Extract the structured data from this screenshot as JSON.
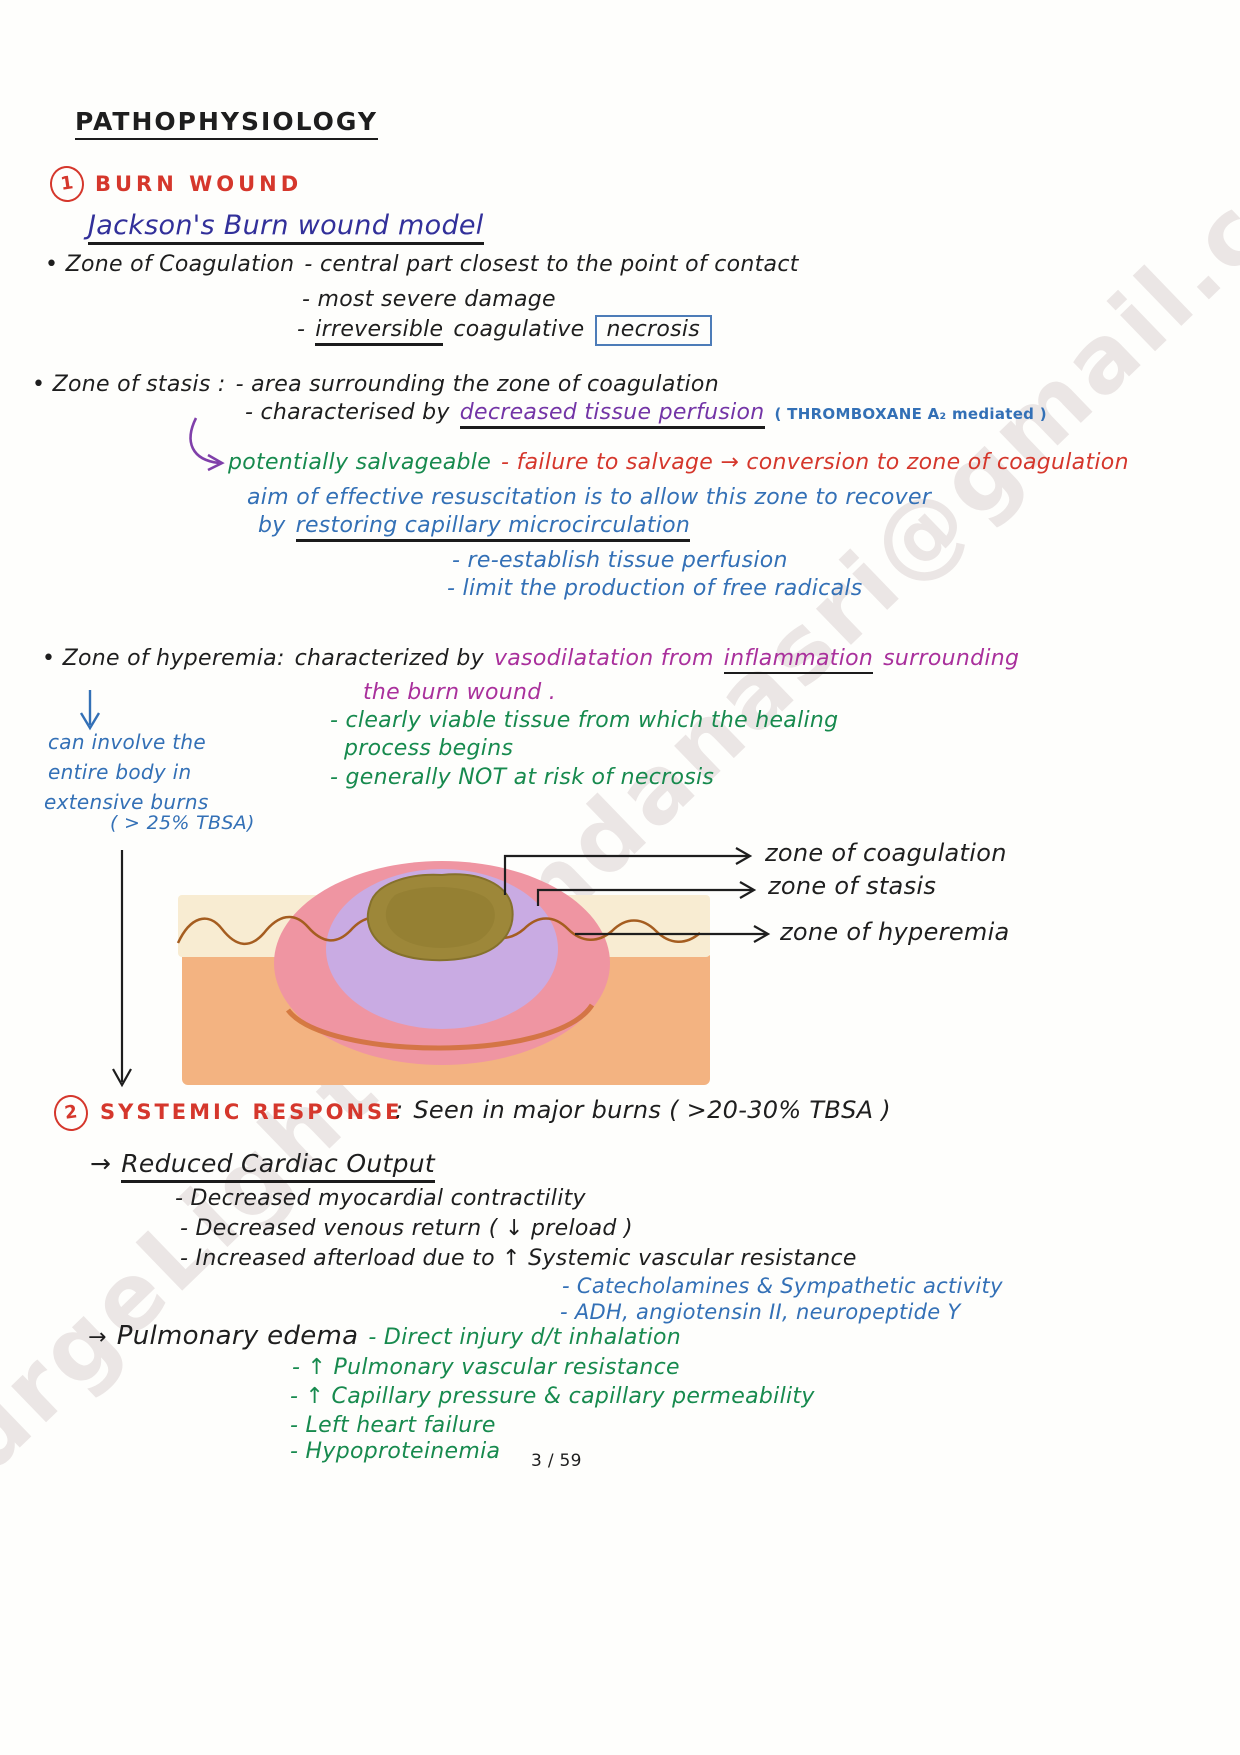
{
  "watermark": "SurgeLight chandanasri@gmail.com",
  "page_number": "3 / 59",
  "title": "PATHOPHYSIOLOGY",
  "burn_wound": {
    "number": "1",
    "heading": "BURN WOUND",
    "model_title": "Jackson's Burn wound model",
    "zone_coagulation": {
      "name": "• Zone of Coagulation",
      "dash1": "- central part closest to the point of contact",
      "dash2": "- most severe damage",
      "dash3_dash": "-",
      "dash3_underlined": "irreversible",
      "dash3_mid": "coagulative",
      "dash3_boxed": "necrosis"
    },
    "zone_stasis": {
      "name": "• Zone of stasis :",
      "dash1": "- area surrounding the zone of coagulation",
      "dash2_prefix": "- characterised by",
      "dash2_highlight": "decreased tissue perfusion",
      "dash2_note": "( THROMBOXANE A₂ mediated )",
      "salvage_green": "potentially salvageable",
      "salvage_red": "- failure to salvage → conversion to zone of coagulation",
      "aim_line1": "aim of  effective  resuscitation  is to allow  this zone to recover",
      "aim_by": "by",
      "aim_underlined": "restoring  capillary  microcirculation",
      "aim_dash1": "- re-establish  tissue  perfusion",
      "aim_dash2": "- limit the production  of free radicals"
    },
    "zone_hyperemia": {
      "name": "• Zone of hyperemia:",
      "char_prefix": "characterized by",
      "magenta1": "vasodilatation from",
      "magenta_underlined": "inflammation",
      "magenta2": "surrounding",
      "magenta_line2": "the burn  wound .",
      "dash1a": "- clearly viable tissue from which the healing",
      "dash1b": "process begins",
      "dash2": "- generally  NOT at risk of  necrosis",
      "margin1": "can involve the",
      "margin2": "entire body in",
      "margin3": "extensive burns",
      "margin4": "( > 25% TBSA)"
    },
    "diagram": {
      "label_coagulation": "zone of coagulation",
      "label_stasis": "zone of stasis",
      "label_hyperemia": "zone of hyperemia"
    }
  },
  "systemic": {
    "number": "2",
    "heading": "SYSTEMIC RESPONSE",
    "colon": ":",
    "subtitle": "Seen in major burns  ( >20-30% TBSA )",
    "cardiac_arrow": "→",
    "cardiac_title": "Reduced Cardiac Output",
    "cardiac_dash1": "- Decreased myocardial  contractility",
    "cardiac_dash2": "- Decreased  venous return  ( ↓ preload )",
    "cardiac_dash3": "- Increased afterload due to ↑  Systemic vascular  resistance",
    "cardiac_sub1": "- Catecholamines & Sympathetic activity",
    "cardiac_sub2": "- ADH,  angiotensin II,  neuropeptide Y",
    "pulm_arrow": "→",
    "pulm_title": "Pulmonary edema",
    "pulm_dash0": "- Direct injury d/t inhalation",
    "pulm_dash1": "- ↑ Pulmonary vascular resistance",
    "pulm_dash2": "- ↑ Capillary  pressure & capillary  permeability",
    "pulm_dash3": "- Left heart  failure",
    "pulm_dash4": "- Hypoproteinemia"
  }
}
